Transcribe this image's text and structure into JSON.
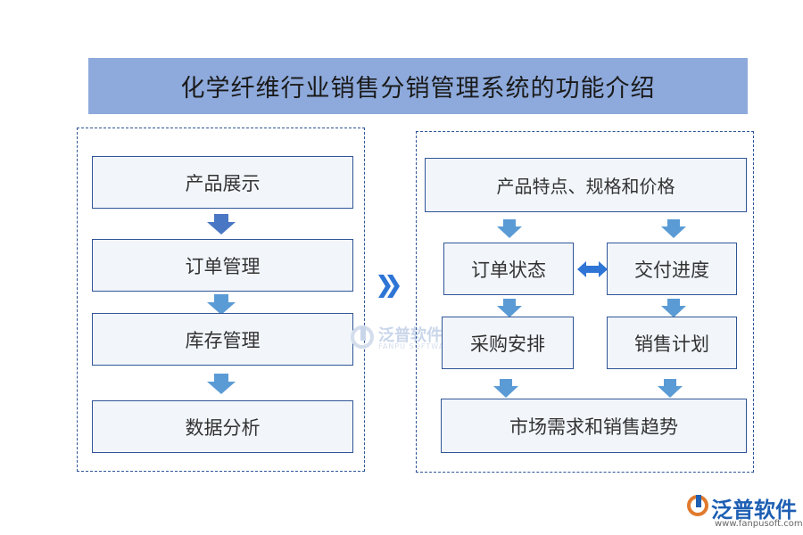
{
  "title": "化学纤维行业销售分销管理系统的功能介绍",
  "left_panel": {
    "steps": [
      "产品展示",
      "订单管理",
      "库存管理",
      "数据分析"
    ]
  },
  "right_panel": {
    "top": "产品特点、规格和价格",
    "order_status": "订单状态",
    "delivery_progress": "交付进度",
    "procurement": "采购安排",
    "sales_plan": "销售计划",
    "bottom": "市场需求和销售趋势"
  },
  "watermark": {
    "name": "泛普软件",
    "sub": "FANPU SOFTWARE"
  },
  "logo": {
    "name": "泛普软件",
    "url": "www.fanpusoft.com"
  },
  "colors": {
    "title_bg": "#8eaadc",
    "border": "#2f5597",
    "arrow": "#5b9bd5",
    "box_bg": "#f2f6fb"
  }
}
